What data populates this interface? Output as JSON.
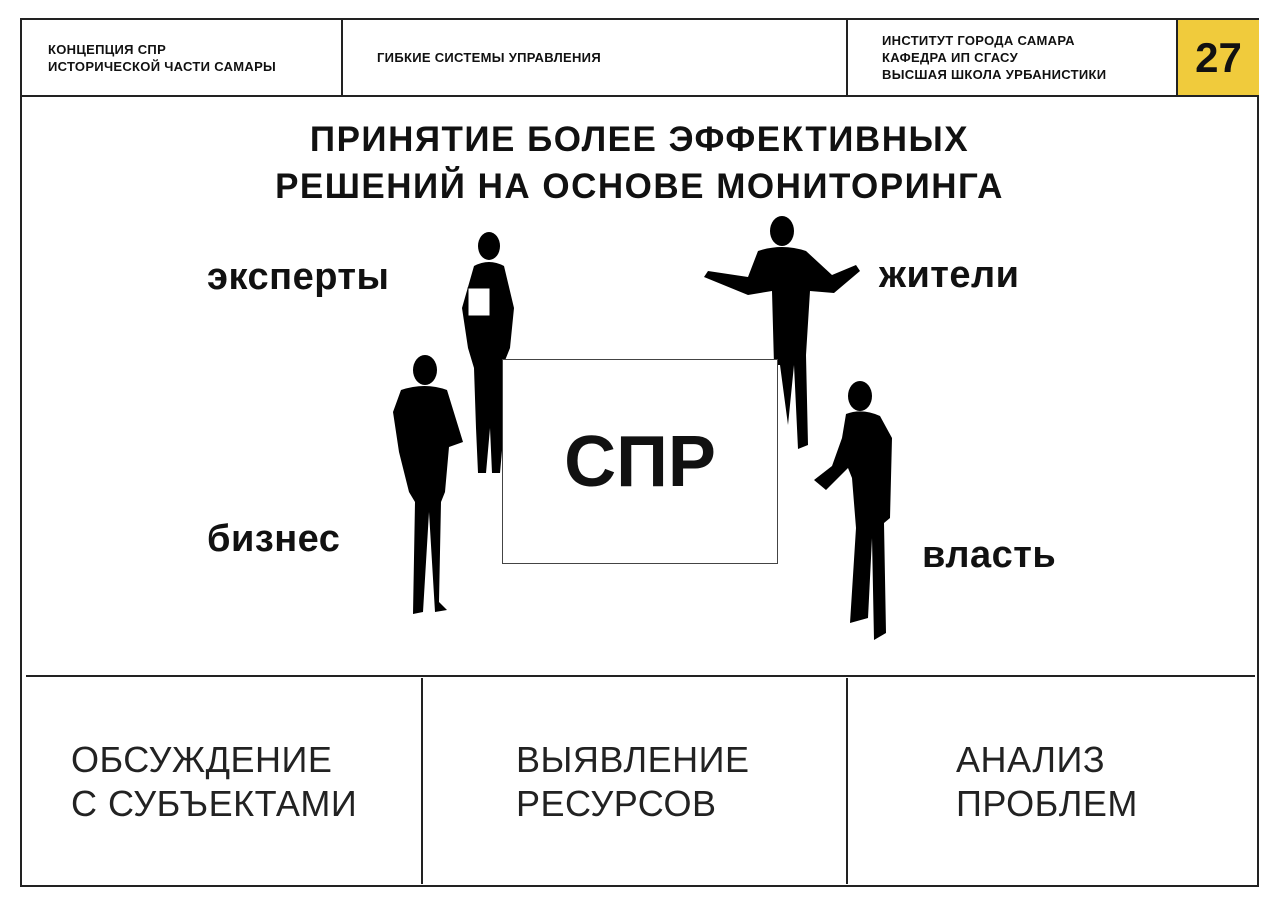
{
  "header": {
    "left": [
      "КОНЦЕПЦИЯ СПР",
      "ИСТОРИЧЕСКОЙ ЧАСТИ САМАРЫ"
    ],
    "middle": "ГИБКИЕ СИСТЕМЫ УПРАВЛЕНИЯ",
    "right": [
      "ИНСТИТУТ ГОРОДА САМАРА",
      "КАФЕДРА ИП СГАСУ",
      "ВЫСШАЯ ШКОЛА УРБАНИСТИКИ"
    ],
    "page": "27"
  },
  "title": [
    "ПРИНЯТИЕ БОЛЕЕ ЭФФЕКТИВНЫХ",
    "РЕШЕНИЙ НА ОСНОВЕ МОНИТОРИНГА"
  ],
  "labels": {
    "experts": "эксперты",
    "residents": "жители",
    "business": "бизнес",
    "power": "власть"
  },
  "center": "СПР",
  "bottom": [
    [
      "ОБСУЖДЕНИЕ",
      "С СУБЪЕКТАМИ"
    ],
    [
      "ВЫЯВЛЕНИЕ",
      "РЕСУРСОВ"
    ],
    [
      "АНАЛИЗ",
      "ПРОБЛЕМ"
    ]
  ],
  "colors": {
    "accent": "#f0cb3c"
  }
}
